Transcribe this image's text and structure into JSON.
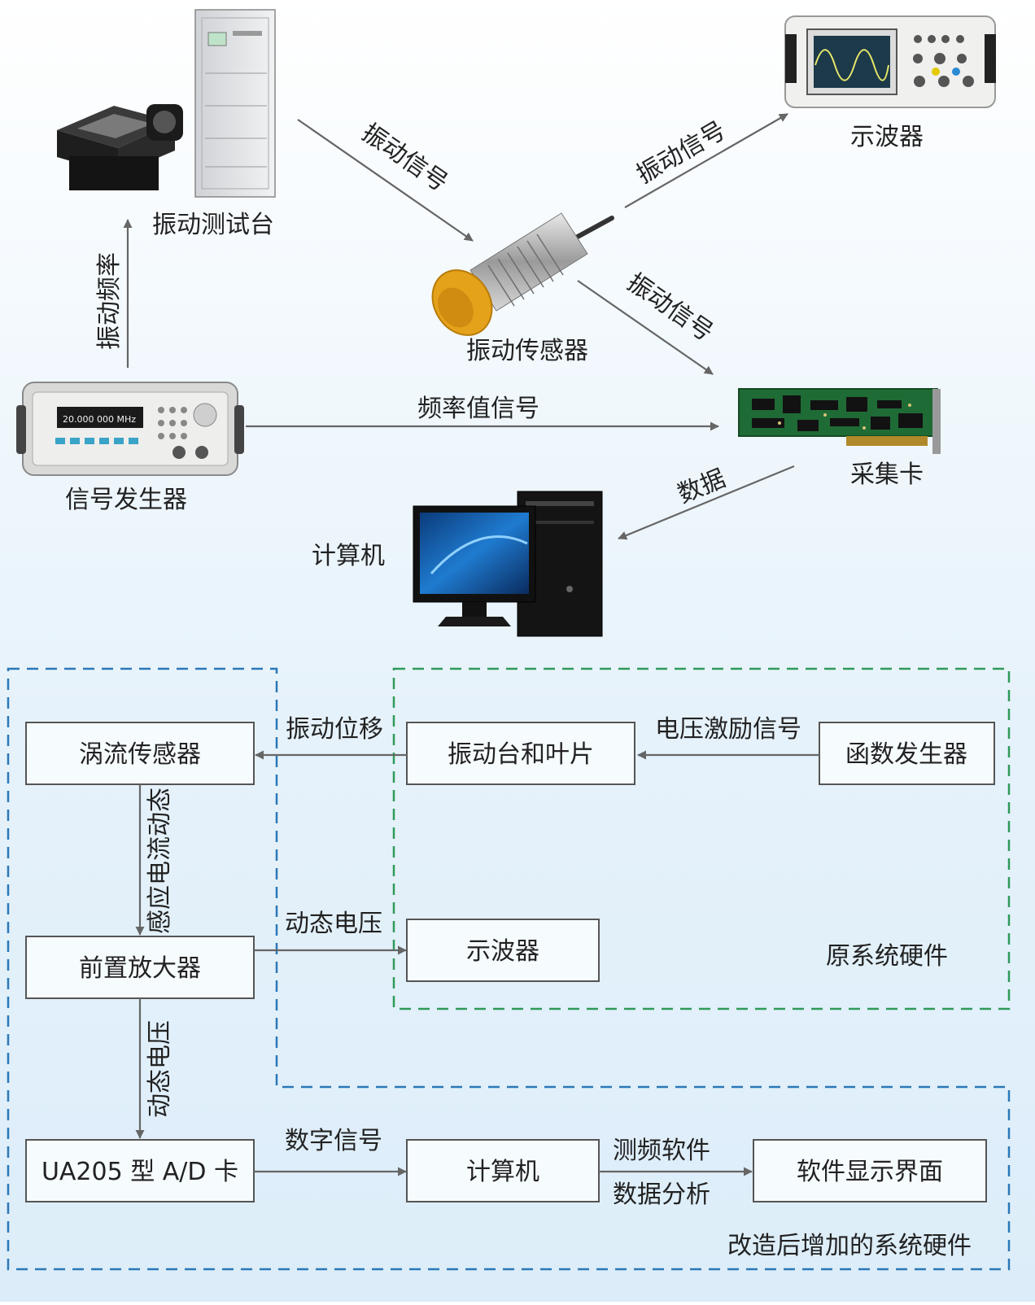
{
  "top_diagram": {
    "vibration_test_bench": "振动测试台",
    "oscilloscope": "示波器",
    "vibration_sensor": "振动传感器",
    "signal_generator": "信号发生器",
    "acquisition_card": "采集卡",
    "computer": "计算机",
    "edge_bench_to_sensor": "振动信号",
    "edge_sensor_to_scope": "振动信号",
    "edge_sensor_to_card": "振动信号",
    "edge_gen_to_bench": "振动频率",
    "edge_gen_to_card": "频率值信号",
    "edge_card_to_computer": "数据"
  },
  "bottom_diagram": {
    "eddy_sensor": "涡流传感器",
    "shaker_blade": "振动台和叶片",
    "function_generator": "函数发生器",
    "preamp": "前置放大器",
    "oscilloscope": "示波器",
    "ad_card": "UA205 型 A/D 卡",
    "computer": "计算机",
    "software_ui": "软件显示界面",
    "edge_displacement": "振动位移",
    "edge_excitation": "电压激励信号",
    "edge_induced_current": "感应电流动态",
    "edge_dyn_voltage_1": "动态电压",
    "edge_dyn_voltage_2": "动态电压",
    "edge_digital_signal": "数字信号",
    "edge_freq_software": "测频软件",
    "edge_data_analysis": "数据分析",
    "group_original": "原系统硬件",
    "group_added": "改造后增加的系统硬件"
  },
  "colors": {
    "green_group": "#2f9a5a",
    "blue_group": "#2a78b8",
    "arrow": "#666666"
  },
  "icons": {
    "vibration_test_bench": "vibration-table-cabinet-icon",
    "oscilloscope": "oscilloscope-icon",
    "vibration_sensor": "cylindrical-sensor-icon",
    "signal_generator": "function-generator-icon",
    "acquisition_card": "pcb-card-icon",
    "computer": "desktop-computer-icon"
  }
}
